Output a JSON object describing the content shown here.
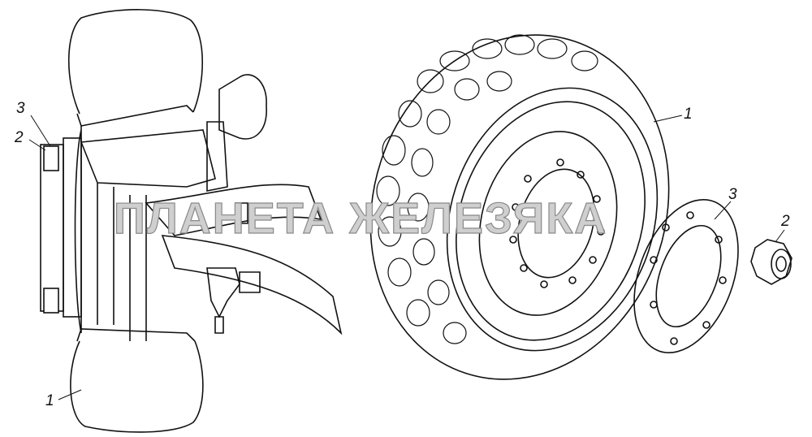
{
  "labels": {
    "left_tire": "1",
    "left_nut": "2",
    "left_ring": "3",
    "right_tire": "1",
    "right_ring": "3",
    "right_nut": "2"
  },
  "watermark": "ПЛАНЕТА ЖЕЛЕЗЯКА"
}
